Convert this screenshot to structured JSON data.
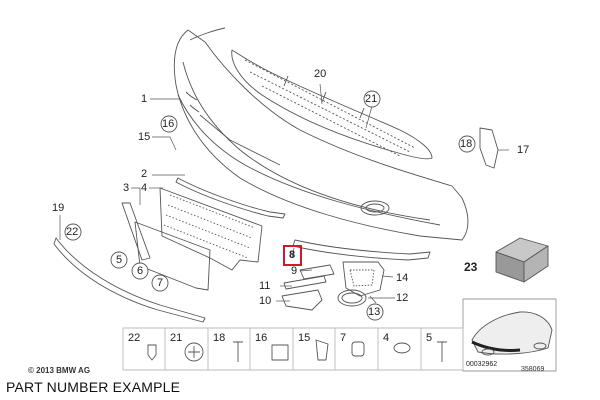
{
  "caption": "PART NUMBER EXAMPLE",
  "copyright": "© 2013 BMW AG",
  "drawing_no": "358069",
  "inset_no": "00032962",
  "highlighted_part": "8",
  "colors": {
    "highlight": "#d0182b",
    "line": "#555555",
    "bg": "#ffffff"
  },
  "callouts": {
    "c1": "1",
    "c2": "2",
    "c3": "3",
    "c4": "4",
    "c5": "5",
    "c6": "6",
    "c7": "7",
    "c8": "8",
    "c9": "9",
    "c10": "10",
    "c11": "11",
    "c12": "12",
    "c13": "13",
    "c14": "14",
    "c15": "15",
    "c16": "16",
    "c17": "17",
    "c18": "18",
    "c19": "19",
    "c20": "20",
    "c21": "21",
    "c22": "22",
    "c23": "23"
  },
  "parts_strip": [
    "22",
    "21",
    "18",
    "16",
    "15",
    "7",
    "4",
    "5"
  ]
}
